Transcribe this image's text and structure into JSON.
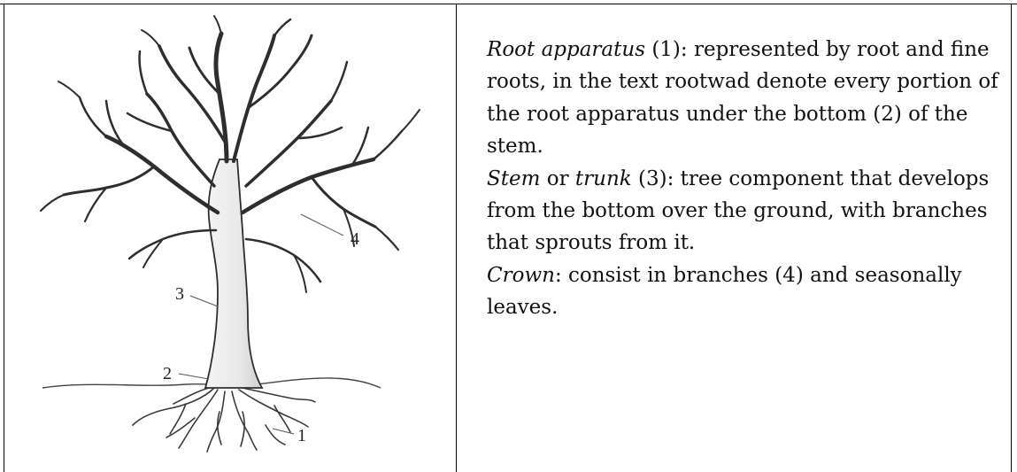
{
  "callouts": {
    "n1": "1",
    "n2": "2",
    "n3": "3",
    "n4": "4"
  },
  "definitions": [
    {
      "term": "Root apparatus",
      "ref": " (1)",
      "text": ": represented by root and fine roots, in the text rootwad denote every portion of the root apparatus under the bottom (2) of the stem."
    },
    {
      "term": "Stem",
      "connector": " or ",
      "term2": "trunk",
      "ref": " (3)",
      "text": ": tree component that develops from the bottom over the ground, with branches that sprouts from it."
    },
    {
      "term": "Crown",
      "text": ": consist in branches (4) and seasonally leaves."
    }
  ]
}
